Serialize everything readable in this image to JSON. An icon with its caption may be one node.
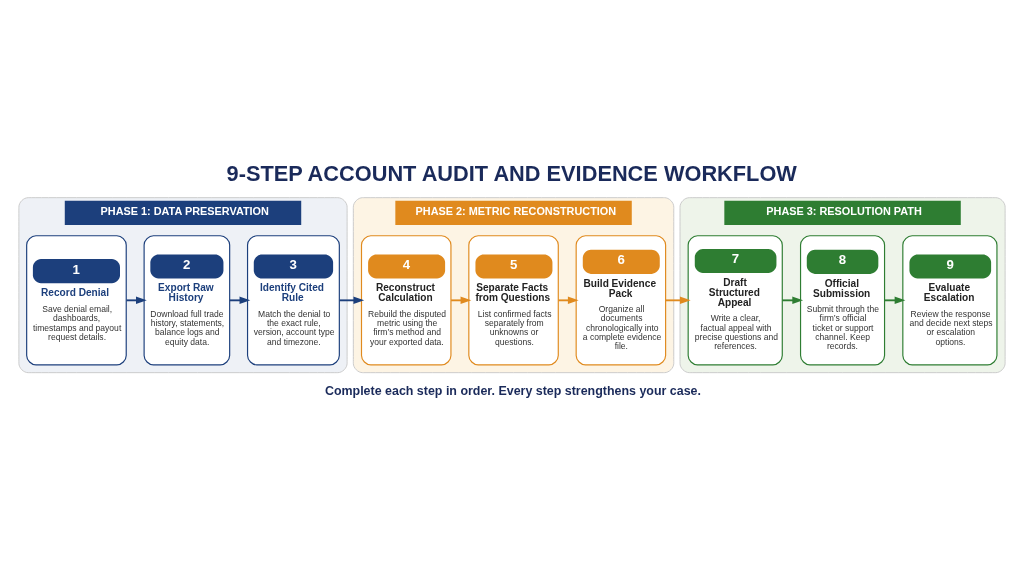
{
  "diagram": {
    "title": "9-STEP ACCOUNT AUDIT AND EVIDENCE WORKFLOW",
    "nodes": [
      {
        "text": [
          "PHASE 1: DATA PRESERVATION"
        ]
      },
      {
        "text": [
          "1",
          "Record Denial",
          "Save denial email, dashboards, timestamps and payout request details."
        ],
        "in": 0
      },
      {
        "text": [
          "2",
          "Export Raw History",
          "Download full trade history, statements, balance logs and equity data."
        ],
        "in": 0
      },
      {
        "text": [
          "3",
          "Identify Cited Rule",
          "Match the denial to the exact rule, version, account type and timezone."
        ],
        "in": 0
      },
      {
        "text": [
          "PHASE 2: METRIC RECONSTRUCTION"
        ]
      },
      {
        "text": [
          "4",
          "Reconstruct Calculation",
          "Rebuild the disputed metric using the firm’s method and your exported data."
        ],
        "in": 4
      },
      {
        "text": [
          "5",
          "Separate Facts from Questions",
          "List confirmed facts separately from unknowns or questions."
        ],
        "in": 4
      },
      {
        "text": [
          "6",
          "Build Evidence Pack",
          "Organize all documents chronologically into a complete evidence file."
        ],
        "in": 4
      },
      {
        "text": [
          "PHASE 3: RESOLUTION PATH"
        ]
      },
      {
        "text": [
          "7",
          "Draft Structured Appeal",
          "Write a clear, factual appeal with precise questions and references."
        ],
        "in": 8
      },
      {
        "text": [
          "8",
          "Official Submission",
          "Submit through the firm’s official ticket or support channel. Keep records."
        ],
        "in": 8
      },
      {
        "text": [
          "9",
          "Evaluate Escalation",
          "Review the response and decide next steps or escalation options."
        ],
        "in": 8
      }
    ],
    "edges": [
      {
        "from": 1,
        "to": 2,
        "arrow": "to",
        "color": "#1c3f7c"
      },
      {
        "from": 2,
        "to": 3,
        "arrow": "to",
        "color": "#1c3f7c"
      },
      {
        "from": 3,
        "to": 5,
        "arrow": "to",
        "color": "#1c3f7c"
      },
      {
        "from": 5,
        "to": 6,
        "arrow": "to",
        "color": "#e08a1e"
      },
      {
        "from": 6,
        "to": 7,
        "arrow": "to",
        "color": "#e08a1e"
      },
      {
        "from": 7,
        "to": 9,
        "arrow": "to",
        "color": "#e08a1e"
      },
      {
        "from": 9,
        "to": 10,
        "arrow": "to",
        "color": "#2e7d32"
      },
      {
        "from": 10,
        "to": 11,
        "arrow": "to",
        "color": "#2e7d32"
      }
    ],
    "labels": [
      "Complete each step in order. Every step strengthens your case."
    ]
  }
}
